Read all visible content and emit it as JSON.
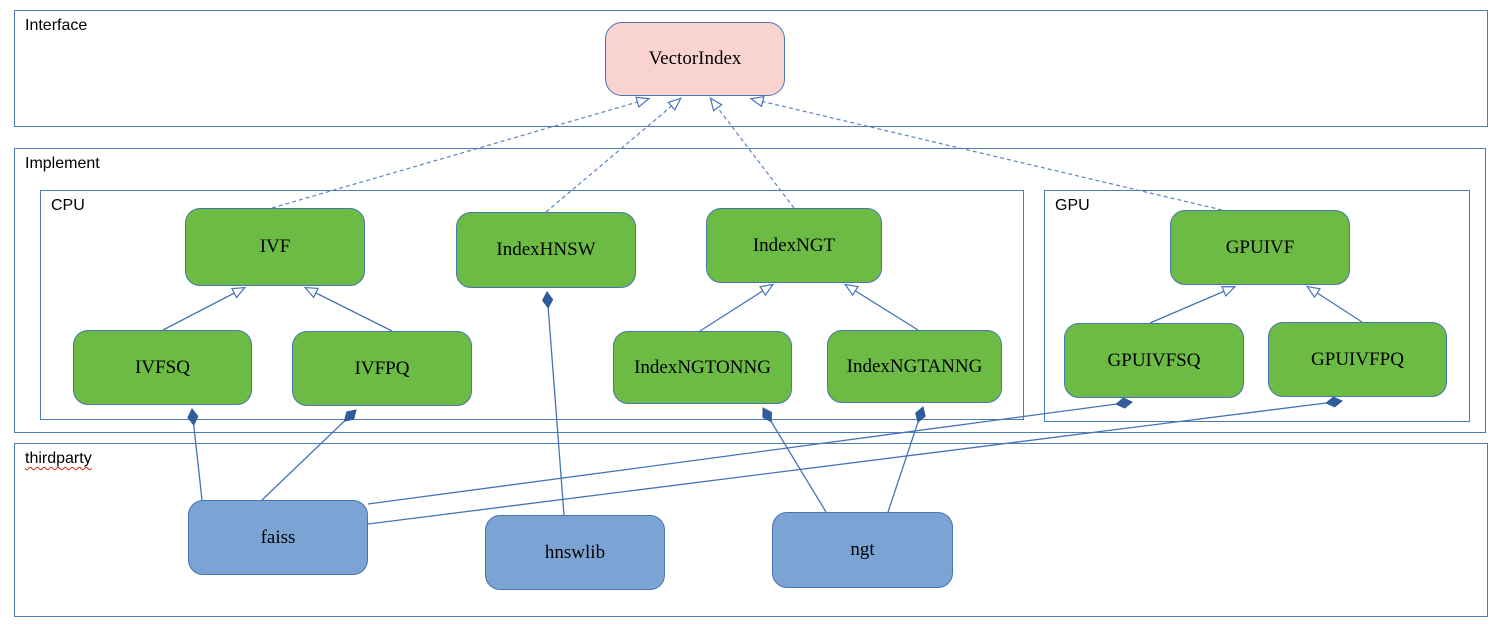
{
  "diagram": {
    "sections": {
      "interface": {
        "label": "Interface"
      },
      "implement": {
        "label": "Implement"
      },
      "cpu": {
        "label": "CPU"
      },
      "gpu": {
        "label": "GPU"
      },
      "thirdparty": {
        "label": "thirdparty"
      }
    },
    "nodes": {
      "vectorindex": {
        "label": "VectorIndex",
        "kind": "interface"
      },
      "ivf": {
        "label": "IVF",
        "kind": "implementation-cpu"
      },
      "indexhnsw": {
        "label": "IndexHNSW",
        "kind": "implementation-cpu"
      },
      "indexngt": {
        "label": "IndexNGT",
        "kind": "implementation-cpu"
      },
      "ivfsq": {
        "label": "IVFSQ",
        "kind": "implementation-cpu"
      },
      "ivfpq": {
        "label": "IVFPQ",
        "kind": "implementation-cpu"
      },
      "indexngtonng": {
        "label": "IndexNGTONNG",
        "kind": "implementation-cpu"
      },
      "indexngtanng": {
        "label": "IndexNGTANNG",
        "kind": "implementation-cpu"
      },
      "gpuivf": {
        "label": "GPUIVF",
        "kind": "implementation-gpu"
      },
      "gpuivfsq": {
        "label": "GPUIVFSQ",
        "kind": "implementation-gpu"
      },
      "gpuivfpq": {
        "label": "GPUIVFPQ",
        "kind": "implementation-gpu"
      },
      "faiss": {
        "label": "faiss",
        "kind": "thirdparty"
      },
      "hnswlib": {
        "label": "hnswlib",
        "kind": "thirdparty"
      },
      "ngt": {
        "label": "ngt",
        "kind": "thirdparty"
      }
    },
    "edges": [
      {
        "from": "IVF",
        "to": "VectorIndex",
        "type": "realization",
        "style": "dashed, hollow arrowhead"
      },
      {
        "from": "IndexHNSW",
        "to": "VectorIndex",
        "type": "realization",
        "style": "dashed, hollow arrowhead"
      },
      {
        "from": "IndexNGT",
        "to": "VectorIndex",
        "type": "realization",
        "style": "dashed, hollow arrowhead"
      },
      {
        "from": "GPUIVF",
        "to": "VectorIndex",
        "type": "realization",
        "style": "dashed, hollow arrowhead"
      },
      {
        "from": "IVFSQ",
        "to": "IVF",
        "type": "generalization",
        "style": "solid, hollow arrowhead"
      },
      {
        "from": "IVFPQ",
        "to": "IVF",
        "type": "generalization",
        "style": "solid, hollow arrowhead"
      },
      {
        "from": "IndexNGTONNG",
        "to": "IndexNGT",
        "type": "generalization",
        "style": "solid, hollow arrowhead"
      },
      {
        "from": "IndexNGTANNG",
        "to": "IndexNGT",
        "type": "generalization",
        "style": "solid, hollow arrowhead"
      },
      {
        "from": "GPUIVFSQ",
        "to": "GPUIVF",
        "type": "generalization",
        "style": "solid, hollow arrowhead"
      },
      {
        "from": "GPUIVFPQ",
        "to": "GPUIVF",
        "type": "generalization",
        "style": "solid, hollow arrowhead"
      },
      {
        "from": "faiss",
        "to": "IVFSQ",
        "type": "composition",
        "style": "solid, filled diamond"
      },
      {
        "from": "faiss",
        "to": "IVFPQ",
        "type": "composition",
        "style": "solid, filled diamond"
      },
      {
        "from": "faiss",
        "to": "GPUIVFSQ",
        "type": "composition",
        "style": "solid, filled diamond"
      },
      {
        "from": "faiss",
        "to": "GPUIVFPQ",
        "type": "composition",
        "style": "solid, filled diamond"
      },
      {
        "from": "hnswlib",
        "to": "IndexHNSW",
        "type": "composition",
        "style": "solid, filled diamond"
      },
      {
        "from": "ngt",
        "to": "IndexNGTONNG",
        "type": "composition",
        "style": "solid, filled diamond"
      },
      {
        "from": "ngt",
        "to": "IndexNGTANNG",
        "type": "composition",
        "style": "solid, filled diamond"
      }
    ],
    "colors": {
      "interface_fill": "#f9d3d0",
      "implementation_fill": "#6cbb44",
      "thirdparty_fill": "#7ba4d4",
      "node_border": "#4a76ad",
      "section_border": "#4a7ebb",
      "connector": "#4674b8",
      "diamond_fill": "#2e5c9c",
      "misspell_underline": "#dd2211"
    }
  }
}
